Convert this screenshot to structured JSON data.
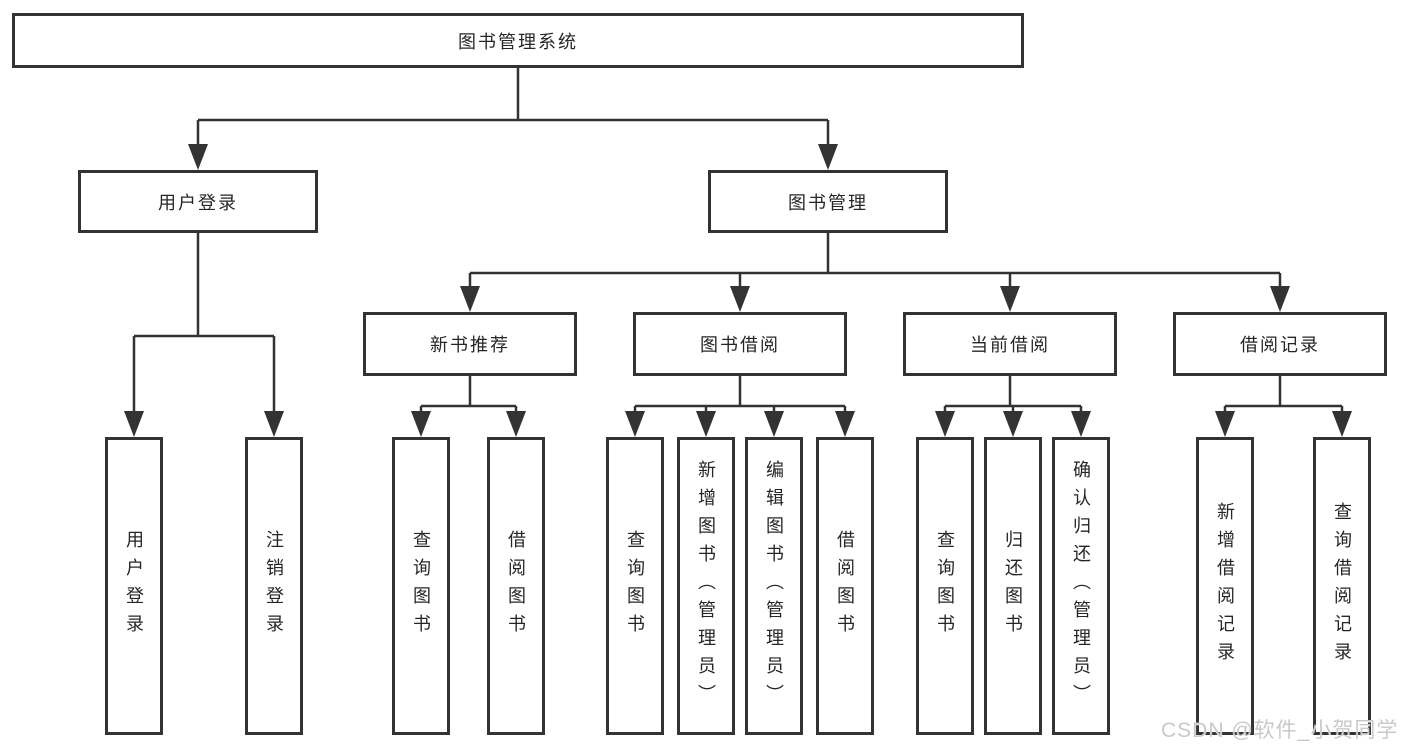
{
  "diagram": {
    "type": "tree",
    "root": {
      "label": "图书管理系统",
      "children": [
        {
          "label": "用户登录",
          "children": [
            {
              "label": "用户登录"
            },
            {
              "label": "注销登录"
            }
          ]
        },
        {
          "label": "图书管理",
          "children": [
            {
              "label": "新书推荐",
              "children": [
                {
                  "label": "查询图书"
                },
                {
                  "label": "借阅图书"
                }
              ]
            },
            {
              "label": "图书借阅",
              "children": [
                {
                  "label": "查询图书"
                },
                {
                  "label": "新增图书（管理员）"
                },
                {
                  "label": "编辑图书（管理员）"
                },
                {
                  "label": "借阅图书"
                }
              ]
            },
            {
              "label": "当前借阅",
              "children": [
                {
                  "label": "查询图书"
                },
                {
                  "label": "归还图书"
                },
                {
                  "label": "确认归还（管理员）"
                }
              ]
            },
            {
              "label": "借阅记录",
              "children": [
                {
                  "label": "新增借阅记录"
                },
                {
                  "label": "查询借阅记录"
                }
              ]
            }
          ]
        }
      ]
    }
  },
  "colors": {
    "line": "#333333",
    "box_border": "#333333",
    "text": "#262626",
    "background": "#ffffff",
    "watermark": "#c9c9c9"
  },
  "watermark": {
    "text": "CSDN @软件_小贺同学"
  }
}
